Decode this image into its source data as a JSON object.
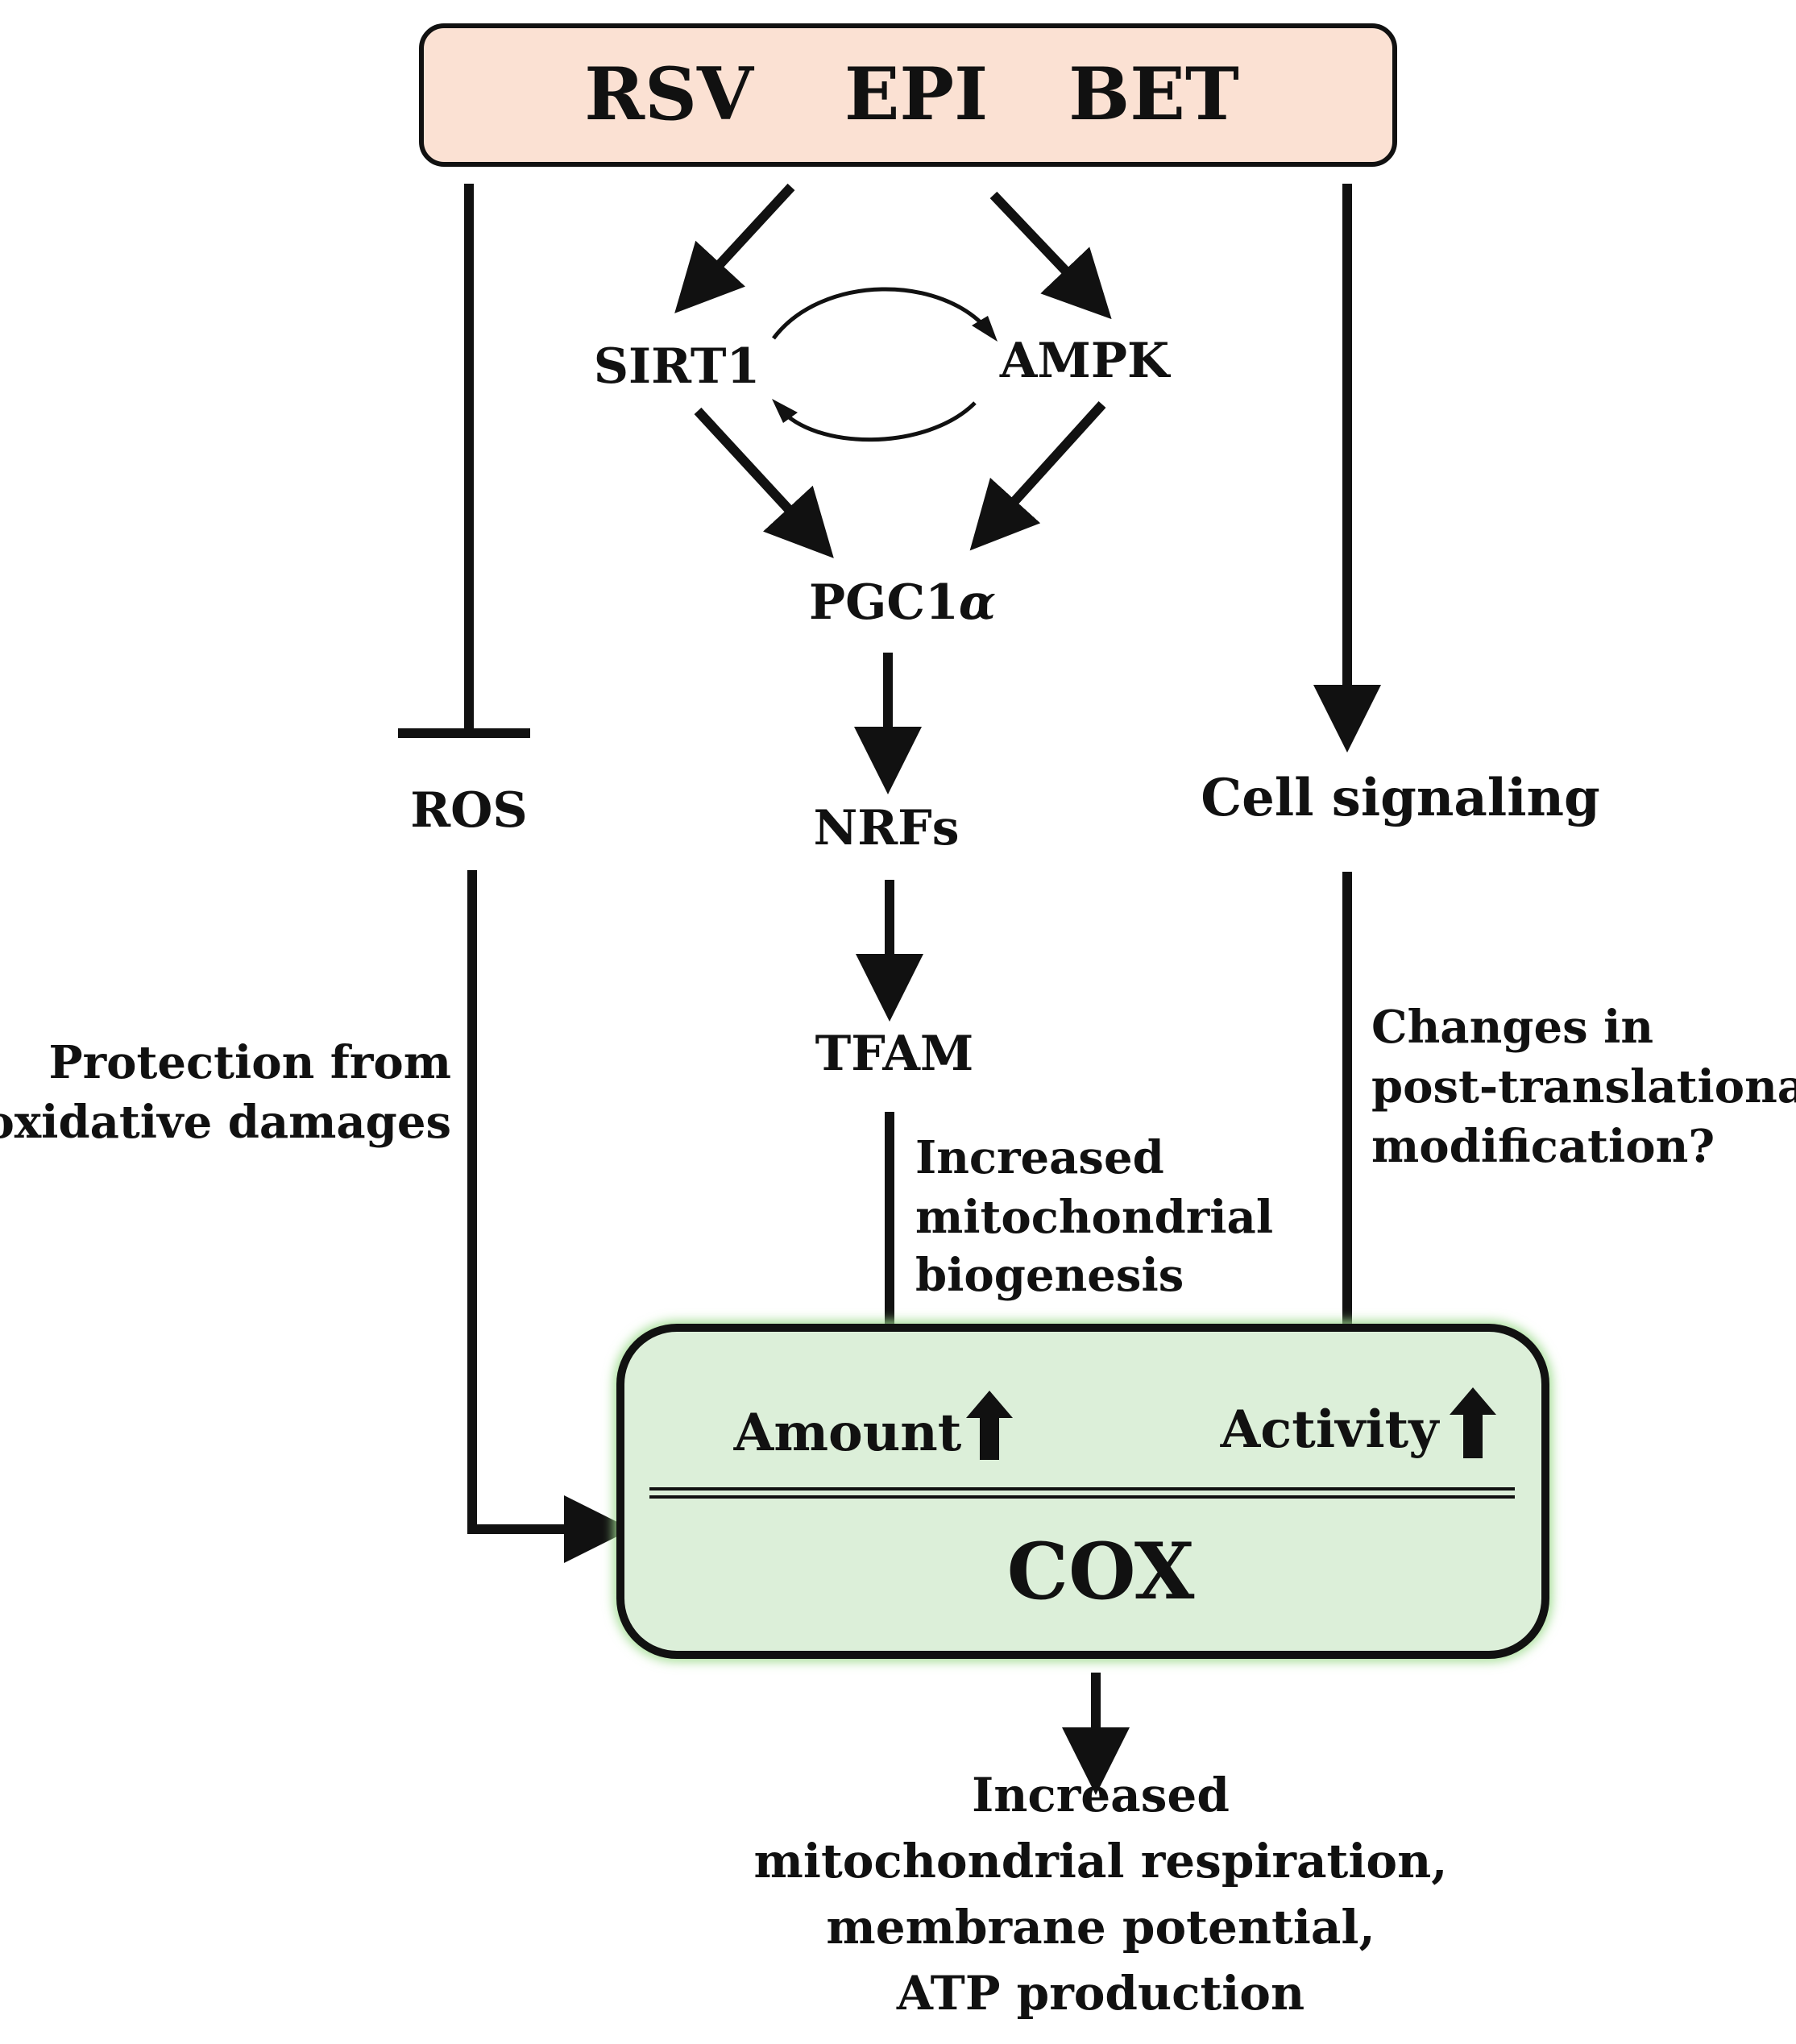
{
  "compounds": [
    "RSV",
    "EPI",
    "BET"
  ],
  "nodes": {
    "sirt1": "SIRT1",
    "ampk": "AMPK",
    "pgc1a_prefix": "PGC1",
    "pgc1a_suffix": "α",
    "nrfs": "NRFs",
    "tfam": "TFAM",
    "ros": "ROS",
    "cell_signaling": "Cell signaling",
    "cox": "COX",
    "amount": "Amount",
    "activity": "Activity"
  },
  "labels": {
    "protection": [
      "Protection from",
      "oxidative damages"
    ],
    "biogenesis": [
      "Increased",
      "mitochondrial",
      "biogenesis"
    ],
    "ptm": [
      "Changes in",
      "post-translational",
      "modification?"
    ]
  },
  "outcome": [
    "Increased",
    "mitochondrial respiration,",
    "membrane potential,",
    "ATP production"
  ],
  "colors": {
    "compound_box_fill": "#fbe1d3",
    "cox_box_fill": "#dcefd9",
    "cox_box_glow": "#9fdc8f",
    "stroke": "#111111"
  }
}
